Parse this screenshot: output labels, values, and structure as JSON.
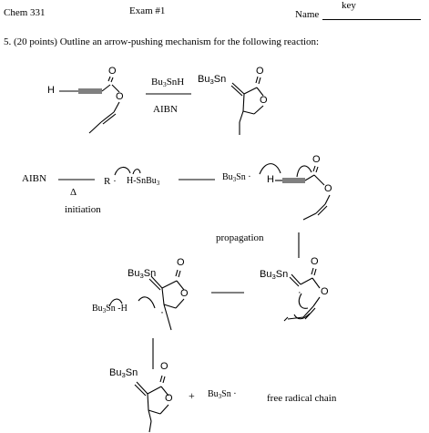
{
  "header": {
    "course": "Chem 331",
    "exam": "Exam #1",
    "name_label": "Name",
    "name_value": "key"
  },
  "question": {
    "text": "5. (20 points) Outline an arrow-pushing mechanism for the following reaction:"
  },
  "reaction": {
    "start_H": "H",
    "start_O": "O",
    "start_ring_O": "O",
    "reagent_above_prefix": "Bu",
    "reagent_above_sub": "3",
    "reagent_above_suffix": "SnH",
    "reagent_below": "AIBN",
    "product_sn_prefix": "Bu",
    "product_sn_sub": "3",
    "product_sn_suffix": "Sn",
    "product_carbonyl_O": "O",
    "product_ring_O": "O"
  },
  "initiation": {
    "aibn": "AIBN",
    "delta": "Δ",
    "label": "initiation",
    "r_radical": "R",
    "h_prefix": "H-SnBu",
    "h_sub": "3",
    "bu3sn_prefix": "Bu",
    "bu3sn_sub": "3",
    "bu3sn_suffix": "Sn",
    "alkyne_H": "H",
    "alkyne_O": "O",
    "alkyne_ring_O": "O"
  },
  "propagation": {
    "label": "propagation",
    "vinyl_prefix": "Bu",
    "vinyl_sub": "3",
    "vinyl_suffix": "Sn",
    "vinyl_O": "O",
    "vinyl_ring_O": "O"
  },
  "cyclized": {
    "sn_prefix": "Bu",
    "sn_sub": "3",
    "sn_suffix": "Sn",
    "carbonyl_O": "O",
    "ring_O": "O",
    "tin_hydride_prefix": "Bu",
    "tin_hydride_sub": "3",
    "tin_hydride_suffix": "Sn -H"
  },
  "final": {
    "sn_prefix": "Bu",
    "sn_sub": "3",
    "sn_suffix": "Sn",
    "carbonyl_O": "O",
    "ring_O": "O",
    "plus": "+",
    "radical_prefix": "Bu",
    "radical_sub": "3",
    "radical_suffix": "Sn",
    "chain_label": "free radical chain"
  }
}
